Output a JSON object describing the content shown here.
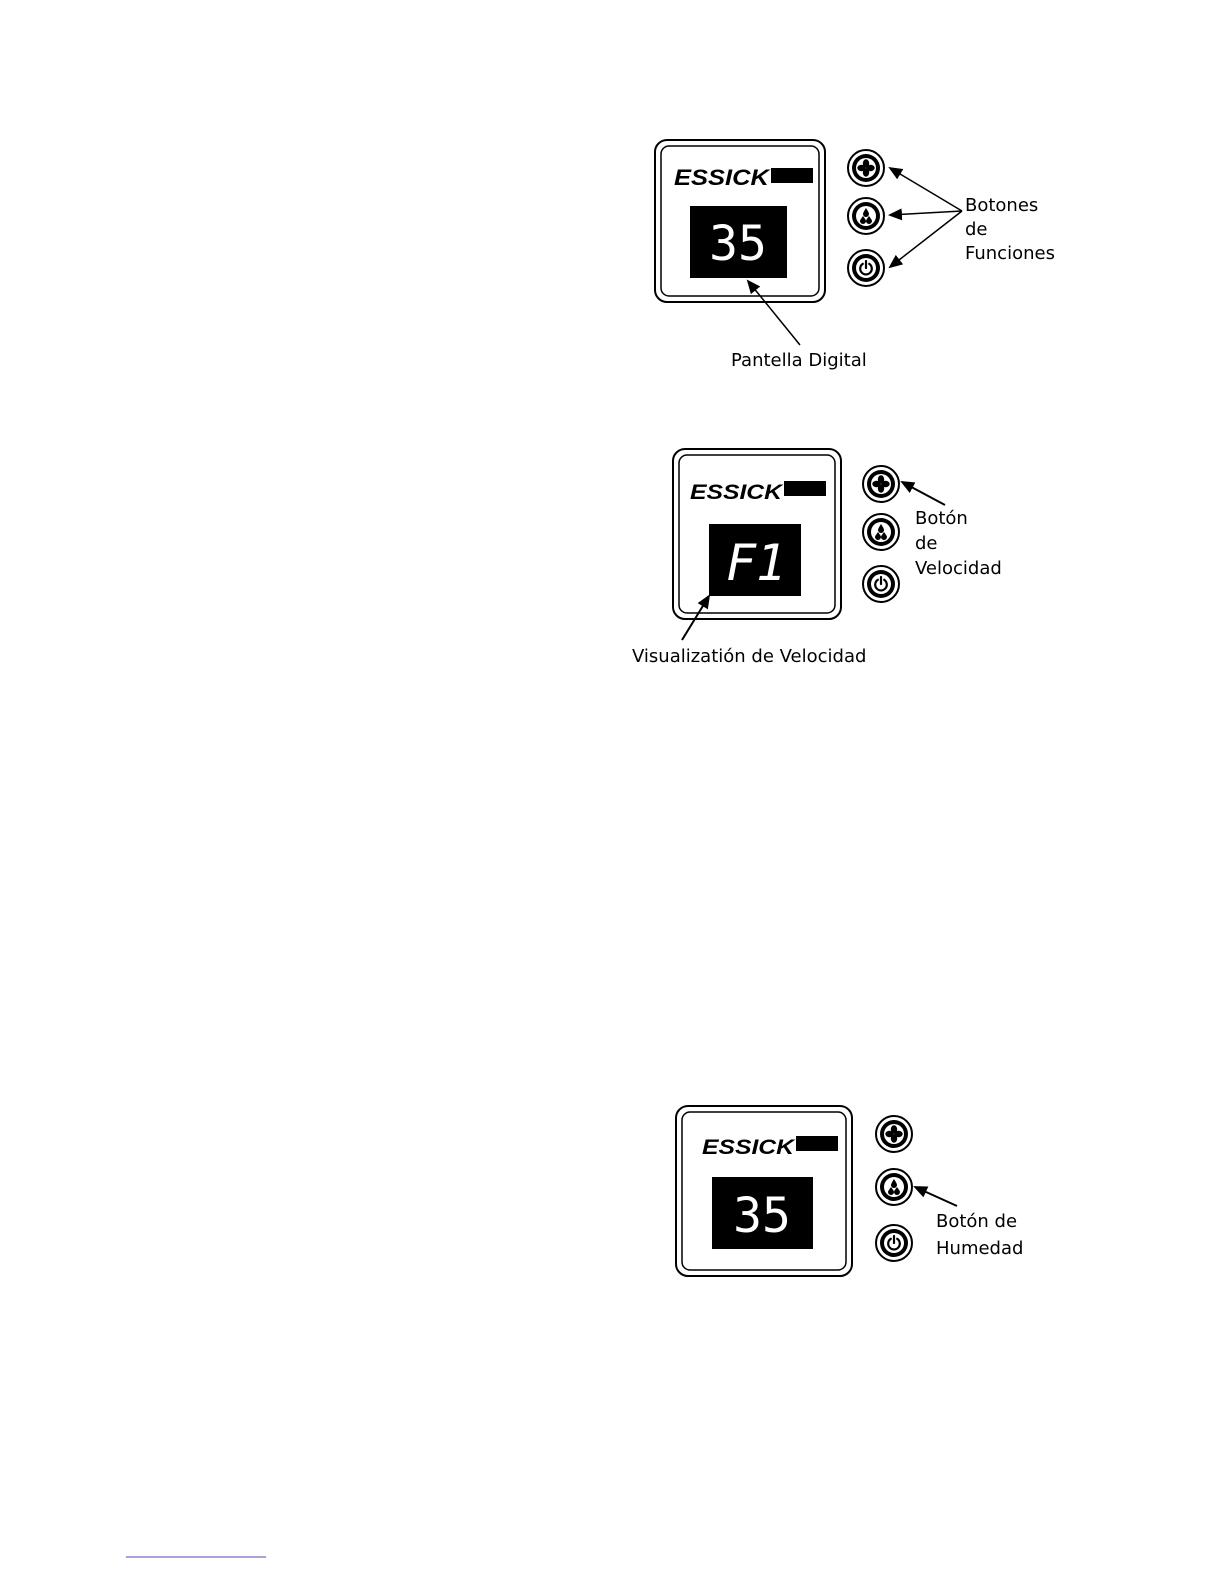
{
  "panels": [
    {
      "brand": "ESSICK",
      "display": "35",
      "callout_lines": [
        "Botones",
        "de",
        "Funciones"
      ],
      "display_label": "Pantella Digital",
      "buttons": [
        "fan-icon",
        "humidity-icon",
        "power-icon"
      ]
    },
    {
      "brand": "ESSICK",
      "display": "F1",
      "callout_lines": [
        "Botón",
        "de",
        "Velocidad"
      ],
      "display_label": "Visualizatión de Velocidad",
      "buttons": [
        "fan-icon",
        "humidity-icon",
        "power-icon"
      ]
    },
    {
      "brand": "ESSICK",
      "display": "35",
      "callout_lines": [
        "Botón de",
        "Humedad"
      ],
      "buttons": [
        "fan-icon",
        "humidity-icon",
        "power-icon"
      ]
    }
  ]
}
